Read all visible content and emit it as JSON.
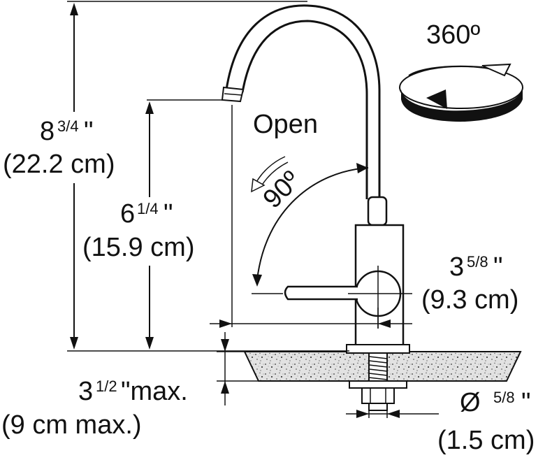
{
  "colors": {
    "ink": "#111111",
    "paper": "#ffffff",
    "granite": "#d8d8d8"
  },
  "labels": {
    "rotation": "360º",
    "open": "Open",
    "angle": "90º",
    "height_total_whole": "8",
    "height_total_frac": "3/4",
    "height_total_unit": "\"",
    "height_total_metric": "(22.2 cm)",
    "height_spout_whole": "6",
    "height_spout_frac": "1/4",
    "height_spout_unit": "\"",
    "height_spout_metric": "(15.9 cm)",
    "reach_whole": "3",
    "reach_frac": "5/8",
    "reach_unit": "\"",
    "reach_metric": "(9.3 cm)",
    "counter_whole": "3",
    "counter_frac": "1/2",
    "counter_unit": "\"max.",
    "counter_metric": "(9 cm max.)",
    "shank_symbol": "Ø",
    "shank_frac": "5/8",
    "shank_unit": "\"",
    "shank_metric": "(1.5 cm)"
  }
}
